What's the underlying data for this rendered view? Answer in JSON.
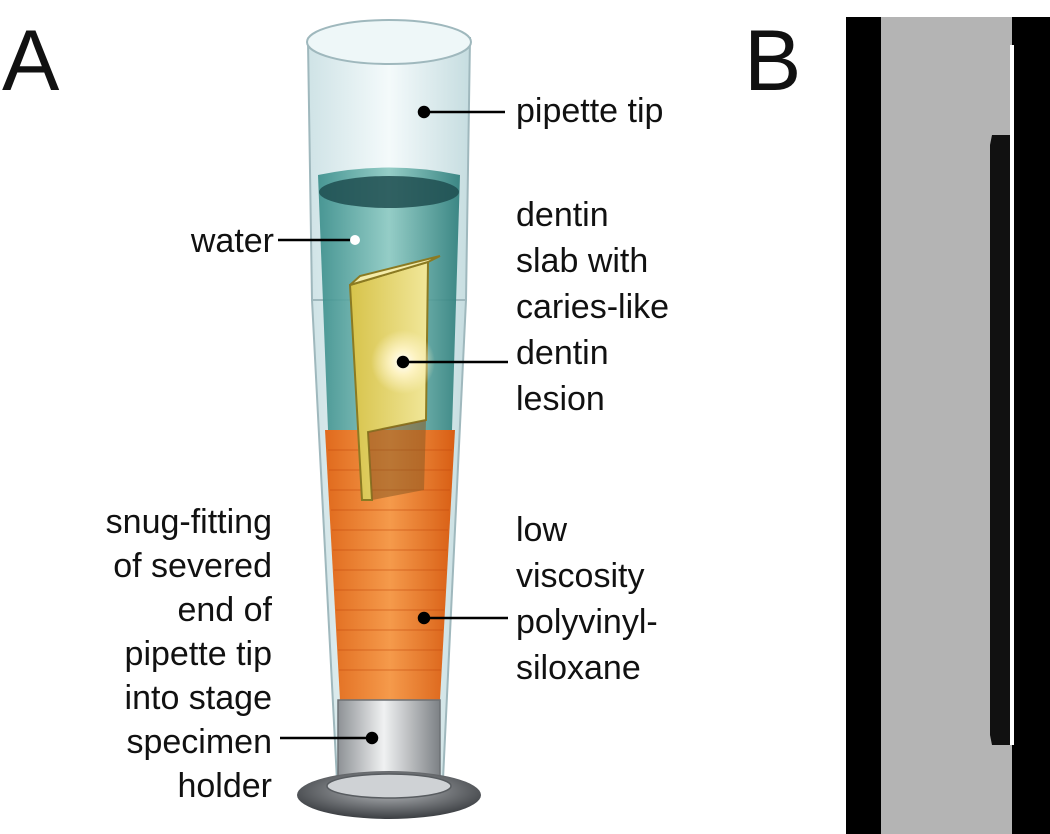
{
  "panel_a": {
    "letter": "A",
    "labels": {
      "pipette_tip": [
        "pipette tip"
      ],
      "water": [
        "water"
      ],
      "dentin_slab": [
        "dentin",
        "slab with",
        "caries-like",
        "dentin",
        "lesion"
      ],
      "siloxane": [
        "low",
        "viscosity",
        "polyvinyl-",
        "siloxane"
      ],
      "snug_fitting": [
        "snug-fitting",
        "of severed",
        "end of",
        "pipette tip",
        "into stage",
        "specimen",
        "holder"
      ]
    }
  },
  "panel_b": {
    "letter": "B"
  }
}
